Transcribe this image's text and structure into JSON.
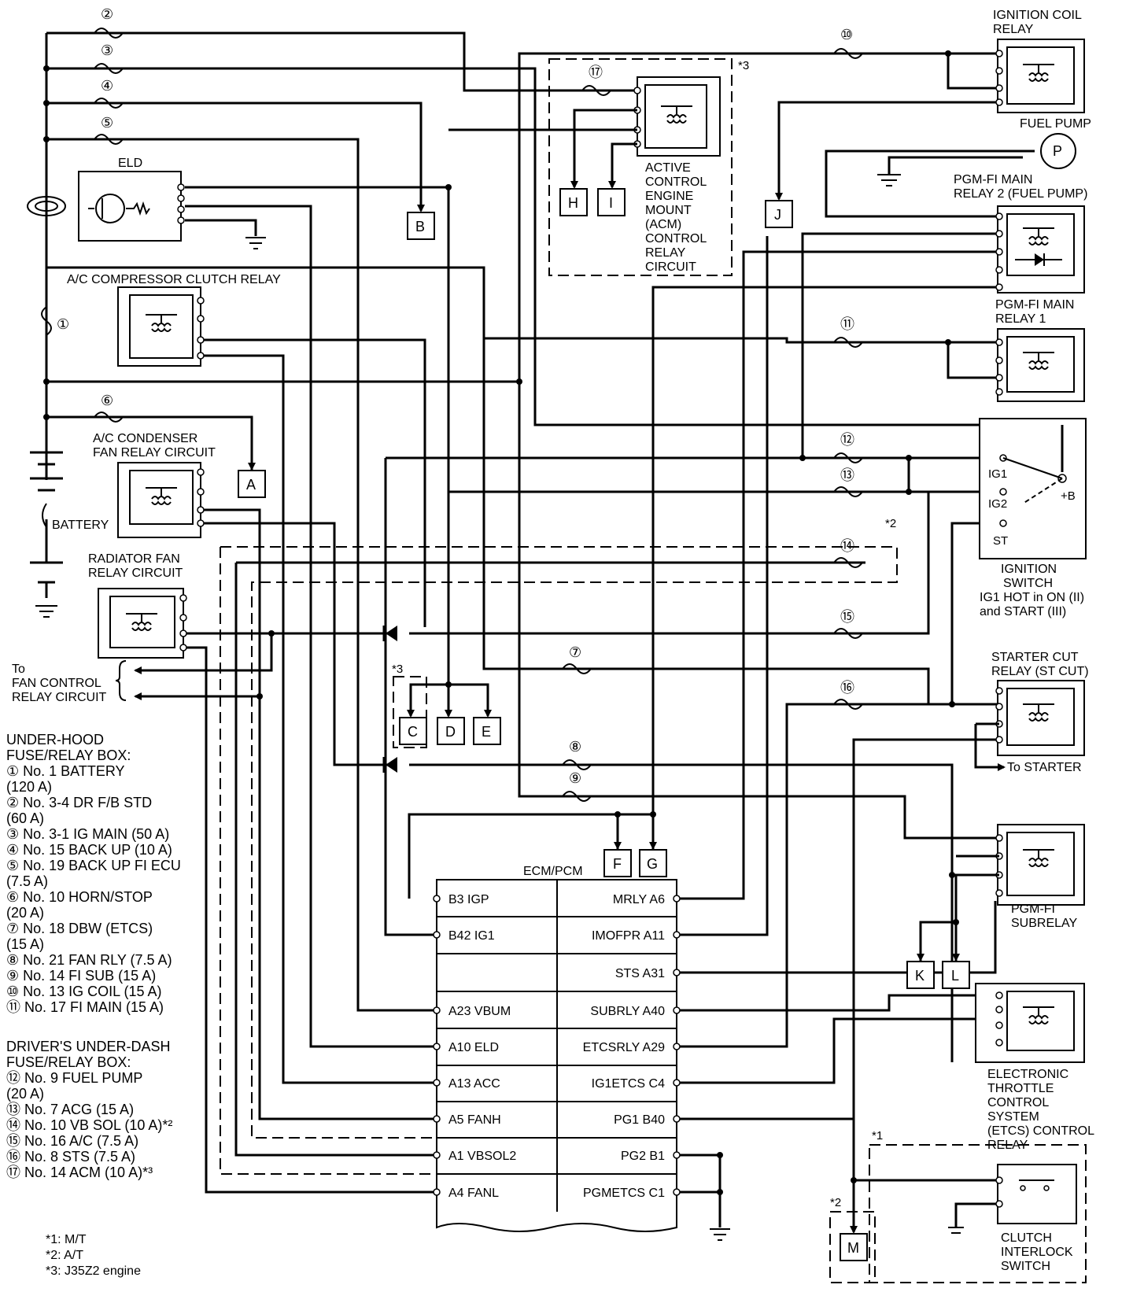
{
  "fuses": {
    "f1": "①",
    "f2": "②",
    "f3": "③",
    "f4": "④",
    "f5": "⑤",
    "f6": "⑥",
    "f7": "⑦",
    "f8": "⑧",
    "f9": "⑨",
    "f10": "⑩",
    "f11": "⑪",
    "f12": "⑫",
    "f13": "⑬",
    "f14": "⑭",
    "f15": "⑮",
    "f16": "⑯",
    "f17": "⑰"
  },
  "components": {
    "ignition_coil_relay": [
      "IGNITION COIL",
      "RELAY"
    ],
    "fuel_pump": "FUEL PUMP",
    "fuel_pump_symbol": "P",
    "pgmfi_main_relay_2": [
      "PGM-FI MAIN",
      "RELAY 2 (FUEL PUMP)"
    ],
    "pgmfi_main_relay_1": [
      "PGM-FI MAIN",
      "RELAY 1"
    ],
    "acm_relay": [
      "ACTIVE",
      "CONTROL",
      "ENGINE",
      "MOUNT",
      "(ACM)",
      "CONTROL",
      "RELAY",
      "CIRCUIT"
    ],
    "eld": "ELD",
    "ac_compressor_relay": "A/C COMPRESSOR CLUTCH RELAY",
    "ac_condenser_relay": [
      "A/C CONDENSER",
      "FAN RELAY CIRCUIT"
    ],
    "battery": "BATTERY",
    "radiator_fan_relay": [
      "RADIATOR FAN",
      "RELAY CIRCUIT"
    ],
    "fan_control": [
      "To",
      "FAN CONTROL",
      "RELAY CIRCUIT"
    ],
    "ignition_switch": [
      "IGNITION",
      "SWITCH",
      "IG1 HOT in ON (II)",
      "and START (III)"
    ],
    "ig1": "IG1",
    "ig2": "IG2",
    "st": "ST",
    "plus_b": "+B",
    "starter_cut_relay": [
      "STARTER CUT",
      "RELAY (ST CUT)"
    ],
    "to_starter": "To STARTER",
    "pgmfi_subrelay": [
      "PGM-FI",
      "SUBRELAY"
    ],
    "etcs_relay": [
      "ELECTRONIC",
      "THROTTLE",
      "CONTROL",
      "SYSTEM",
      "(ETCS) CONTROL",
      "RELAY"
    ],
    "clutch_switch": [
      "CLUTCH",
      "INTERLOCK",
      "SWITCH"
    ],
    "ecm_pcm": "ECM/PCM"
  },
  "markers": {
    "star1": "*1",
    "star2": "*2",
    "star3": "*3"
  },
  "connectors": {
    "A": "A",
    "B": "B",
    "C": "C",
    "D": "D",
    "E": "E",
    "F": "F",
    "G": "G",
    "H": "H",
    "I": "I",
    "J": "J",
    "K": "K",
    "L": "L",
    "M": "M"
  },
  "ecm_pins": {
    "left": [
      "B3 IGP",
      "B42 IG1",
      "",
      "A23 VBUM",
      "A10 ELD",
      "A13 ACC",
      "A5 FANH",
      "A1 VBSOL2",
      "A4 FANL"
    ],
    "right": [
      "MRLY A6",
      "IMOFPR A11",
      "STS A31",
      "SUBRLY A40",
      "ETCSRLY A29",
      "IG1ETCS C4",
      "PG1 B40",
      "PG2 B1",
      "PGMETCS C1"
    ]
  },
  "legend_underhood": {
    "title": [
      "UNDER-HOOD",
      "FUSE/RELAY BOX:"
    ],
    "lines": [
      "① No. 1 BATTERY",
      "(120 A)",
      "② No. 3-4 DR F/B STD",
      "(60 A)",
      "③ No. 3-1 IG MAIN (50 A)",
      "④ No. 15 BACK UP (10 A)",
      "⑤ No. 19 BACK UP FI ECU",
      "(7.5 A)",
      "⑥ No. 10 HORN/STOP",
      "(20 A)",
      "⑦ No. 18 DBW (ETCS)",
      "(15 A)",
      "⑧ No. 21 FAN RLY (7.5 A)",
      "⑨ No. 14 FI SUB (15 A)",
      "⑩ No. 13 IG COIL (15 A)",
      "⑪ No. 17 FI MAIN (15 A)"
    ]
  },
  "legend_underdash": {
    "title": [
      "DRIVER'S UNDER-DASH",
      "FUSE/RELAY BOX:"
    ],
    "lines": [
      "⑫ No. 9 FUEL PUMP",
      "(20 A)",
      "⑬ No. 7 ACG (15 A)",
      "⑭ No. 10 VB SOL (10 A)*²",
      "⑮ No. 16 A/C (7.5 A)",
      "⑯ No. 8 STS (7.5 A)",
      "⑰ No. 14 ACM (10 A)*³"
    ]
  },
  "footnotes": [
    "*1:  M/T",
    "*2:  A/T",
    "*3:  J35Z2 engine"
  ]
}
